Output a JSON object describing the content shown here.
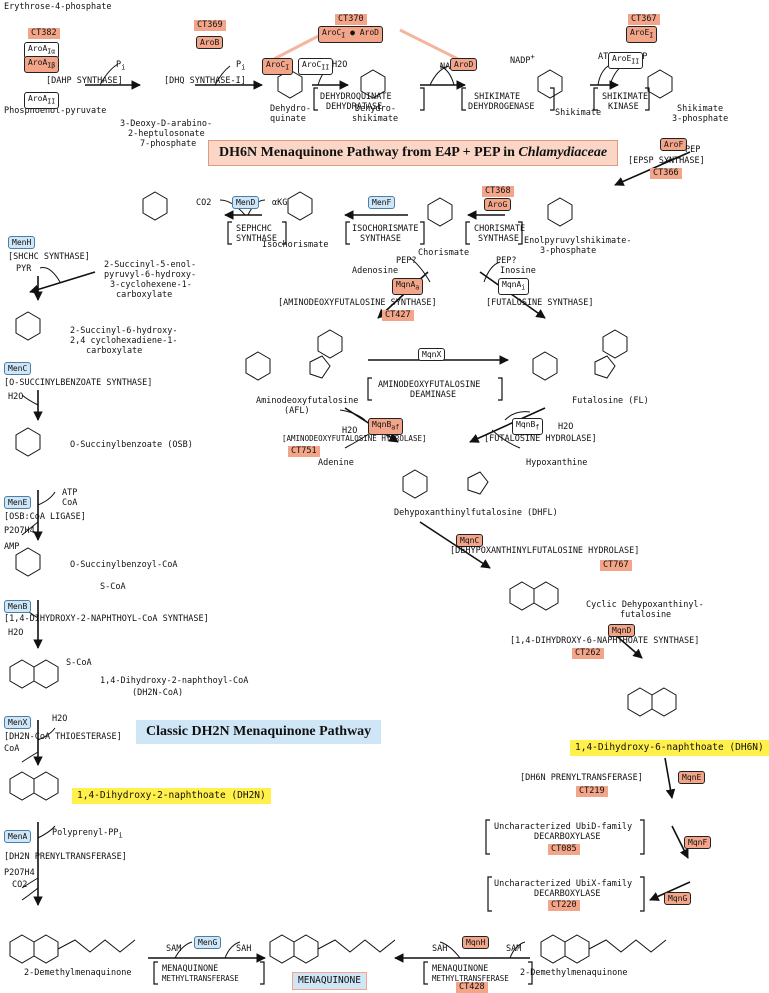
{
  "titles": {
    "top_banner": "DH6N Menaquinone Pathway from E4P + PEP in ",
    "top_banner_italic": "Chlamydiaceae",
    "classic_banner": "Classic DH2N Menaquinone Pathway"
  },
  "compounds": {
    "e4p": "Erythrose-4-phosphate",
    "pep": "Phosphoenol-pyruvate",
    "dahp_1": "3-Deoxy-D-arabino-",
    "dahp_2": "2-heptulosonate",
    "dahp_3": "7-phosphate",
    "dhq_1": "Dehydro-",
    "dhq_2": "quinate",
    "dhs_1": "Dehydro-",
    "dhs_2": "shikimate",
    "shikimate": "Shikimate",
    "s3p_1": "Shikimate",
    "s3p_2": "3-phosphate",
    "epsp_1": "Enolpyruvylshikimate-",
    "epsp_2": "3-phosphate",
    "chorismate": "Chorismate",
    "isochorismate": "Isochorismate",
    "sephchc_1": "2-Succinyl-5-enol-",
    "sephchc_2": "pyruvyl-6-hydroxy-",
    "sephchc_3": "3-cyclohexene-1-",
    "sephchc_4": "carboxylate",
    "shchc_1": "2-Succinyl-6-hydroxy-",
    "shchc_2": "2,4 cyclohexadiene-1-",
    "shchc_3": "carboxylate",
    "osb": "O-Succinylbenzoate (OSB)",
    "osbcoa": "O-Succinylbenzoyl-CoA",
    "dh2ncoa_1": "1,4-Dihydroxy-2-naphthoyl-CoA",
    "dh2ncoa_2": "(DH2N-CoA)",
    "dh2n": "1,4-Dihydroxy-2-naphthoate (DH2N)",
    "dmk_left": "2-Demethylmenaquinone",
    "menaquinone": "MENAQUINONE",
    "dmk_right": "2-Demethylmenaquinone",
    "afl_1": "Aminodeoxyfutalosine",
    "afl_2": "(AFL)",
    "fl": "Futalosine (FL)",
    "dhfl": "Dehypoxanthinylfutalosine (DHFL)",
    "cdhfl_1": "Cyclic Dehypoxanthinyl-",
    "cdhfl_2": "futalosine",
    "dh6n": "1,4-Dihydroxy-6-naphthoate (DH6N)"
  },
  "cofactors": {
    "p1": "P",
    "p1_sub": "i",
    "p2": "P",
    "p2_sub": "i",
    "h2o_dhqd": "H2O",
    "nadph": "NADPH",
    "nadp": "NADP",
    "atp": "ATP",
    "adp": "ADP",
    "pep_epsp": "PEP",
    "co2": "CO2",
    "akg": "αKG",
    "pyr": "PYR",
    "adenosine": "Adenosine",
    "pep_q1": "PEP?",
    "pep_q2": "PEP?",
    "inosine": "Inosine",
    "h2o_menc": "H2O",
    "atp2": "ATP",
    "coa": "CoA",
    "ppi": "P2O7H4",
    "amp": "AMP",
    "h2o_menb": "H2O",
    "h2o_menx": "H2O",
    "coa2": "CoA",
    "polyprenyl": "Polyprenyl-PP",
    "polyprenyl_sub": "i",
    "ppi2": "P2O7H4",
    "co2b": "CO2",
    "sam1": "SAM",
    "sah1": "SAH",
    "sah2": "SAH",
    "sam2": "SAM",
    "h2o_afl": "H2O",
    "h2o_fl": "H2O",
    "adenine": "Adenine",
    "hypoxanthine": "Hypoxanthine",
    "s_coa1": "S-CoA",
    "s_coa2": "S-CoA"
  },
  "enzyme_names": {
    "dahp": "[DAHP SYNTHASE]",
    "dhq": "[DHQ SYNTHASE-I]",
    "dhqd_1": "DEHYDROQUINATE",
    "dhqd_2": "DEHYDRATASE",
    "sdh_1": "SHIKIMATE",
    "sdh_2": "DEHYDROGENASE",
    "sk_1": "SHIKIMATE",
    "sk_2": "KINASE",
    "epsp": "[EPSP SYNTHASE]",
    "cs_1": "CHORISMATE",
    "cs_2": "SYNTHASE",
    "ics_1": "ISOCHORISMATE",
    "ics_2": "SYNTHASE",
    "sephchc_1": "SEPHCHC",
    "sephchc_2": "SYNTHASE",
    "shchc": "[SHCHC SYNTHASE]",
    "afls": "[AMINODEOXYFUTALOSINE SYNTHASE]",
    "fls": "[FUTALOSINE SYNTHASE]",
    "afld_1": "AMINODEOXYFUTALOSINE",
    "afld_2": "DEAMINASE",
    "osbs": "[O-SUCCINYLBENZOATE SYNTHASE]",
    "aflh": "[AMINODEOXYFUTALOSINE HYDROLASE]",
    "flh": "[FUTALOSINE HYDROLASE]",
    "osbcoa_ligase": "[OSB:CoA LIGASE]",
    "dhflh": "[DEHYPOXANTHINYLFUTALOSINE HYDROLASE]",
    "dhns": "[1,4-DIHYDROXY-2-NAPHTHOYL-CoA SYNTHASE]",
    "dh6ns": "[1,4-DIHYDROXY-6-NAPHTHOATE SYNTHASE]",
    "thioesterase": "[DH2N-CoA THIOESTERASE]",
    "dh6n_pt": "[DH6N PRENYLTRANSFERASE]",
    "ubid_1": "Uncharacterized UbiD-family",
    "ubid_2": "DECARBOXYLASE",
    "ubix_1": "Uncharacterized UbiX-family",
    "ubix_2": "DECARBOXYLASE",
    "dh2n_pt": "[DH2N PRENYLTRANSFERASE]",
    "mmt_1": "MENAQUINONE",
    "mmt_2": "METHYLTRANSFERASE",
    "mmt2_1": "MENAQUINONE",
    "mmt2_2": "METHYLTRANSFERASE"
  },
  "ct_labels": {
    "ct382": "CT382",
    "ct370": "CT370",
    "ct369": "CT369",
    "ct367": "CT367",
    "ct366": "CT366",
    "ct368": "CT368",
    "ct427": "CT427",
    "ct751": "CT751",
    "ct767": "CT767",
    "ct262": "CT262",
    "ct219": "CT219",
    "ct085": "CT085",
    "ct220": "CT220",
    "ct428": "CT428"
  },
  "gene_boxes": {
    "aroa_ia": "AroA",
    "aroa_ia_sub": "Iα",
    "aroa_ib": "AroA",
    "aroa_ib_sub": "Iβ",
    "aroa_ii": "AroA",
    "aroa_ii_sub": "II",
    "arob": "AroB",
    "aroc_i_top": "AroC",
    "aroc_i_top_sub": "I",
    "arod_top": "AroD",
    "aroc_i": "AroC",
    "aroc_i_sub": "I",
    "aroc_ii": "AroC",
    "aroc_ii_sub": "II",
    "arod": "AroD",
    "aroe_i": "AroE",
    "aroe_i_sub": "I",
    "aroe_ii": "AroE",
    "aroe_ii_sub": "II",
    "arof": "AroF",
    "arog": "AroG",
    "mend": "MenD",
    "menf": "MenF",
    "menh": "MenH",
    "mqna_a": "MqnA",
    "mqna_a_sub": "a",
    "mqna_i": "MqnA",
    "mqna_i_sub": "i",
    "mqnx": "MqnX",
    "menc": "MenC",
    "mqnb_af": "MqnB",
    "mqnb_af_sub": "af",
    "mqnb_f": "MqnB",
    "mqnb_f_sub": "f",
    "mene": "MenE",
    "mqnc": "MqnC",
    "menb": "MenB",
    "mqnd": "MqnD",
    "menx": "MenX",
    "mqne": "MqnE",
    "mqnf": "MqnF",
    "mena": "MenA",
    "mqng": "MqnG",
    "meng": "MenG",
    "mqnh": "MqnH"
  },
  "colors": {
    "orange": "#f3a58a",
    "blue": "#cfe6f7",
    "yellow": "#fff14a",
    "banner_orange": "#fbd6c6"
  }
}
